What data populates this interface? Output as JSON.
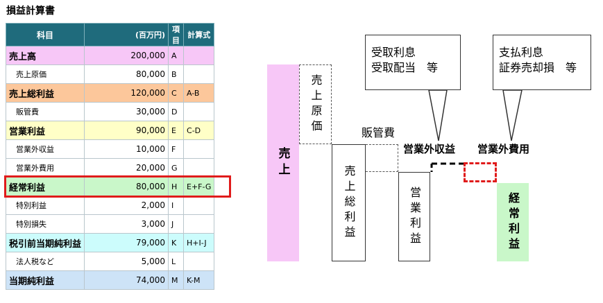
{
  "title": "損益計算書",
  "table": {
    "headers": {
      "subject": "科目",
      "amount": "(百万円)",
      "code": "項目",
      "formula": "計算式"
    },
    "rows": [
      {
        "subject": "売上高",
        "amount": "200,000",
        "code": "A",
        "formula": "",
        "style": "bold",
        "color": "#f7c7f7"
      },
      {
        "subject": "売上原価",
        "amount": "80,000",
        "code": "B",
        "formula": "",
        "style": "sub",
        "color": "#ffffff"
      },
      {
        "subject": "売上総利益",
        "amount": "120,000",
        "code": "C",
        "formula": "A-B",
        "style": "bold",
        "color": "#fcc79b"
      },
      {
        "subject": "販管費",
        "amount": "30,000",
        "code": "D",
        "formula": "",
        "style": "sub",
        "color": "#ffffff"
      },
      {
        "subject": "営業利益",
        "amount": "90,000",
        "code": "E",
        "formula": "C-D",
        "style": "bold",
        "color": "#ffffc7"
      },
      {
        "subject": "営業外収益",
        "amount": "10,000",
        "code": "F",
        "formula": "",
        "style": "sub",
        "color": "#ffffff"
      },
      {
        "subject": "営業外費用",
        "amount": "20,000",
        "code": "G",
        "formula": "",
        "style": "sub",
        "color": "#ffffff"
      },
      {
        "subject": "経常利益",
        "amount": "80,000",
        "code": "H",
        "formula": "E+F-G",
        "style": "bold",
        "color": "#c9f7c9"
      },
      {
        "subject": "特別利益",
        "amount": "2,000",
        "code": "I",
        "formula": "",
        "style": "sub",
        "color": "#ffffff"
      },
      {
        "subject": "特別損失",
        "amount": "3,000",
        "code": "J",
        "formula": "",
        "style": "sub",
        "color": "#ffffff"
      },
      {
        "subject": "税引前当期純利益",
        "amount": "79,000",
        "code": "K",
        "formula": "H+I-J",
        "style": "bold",
        "color": "#ccfcfc"
      },
      {
        "subject": "法人税など",
        "amount": "5,000",
        "code": "L",
        "formula": "",
        "style": "sub",
        "color": "#ffffff"
      },
      {
        "subject": "当期純利益",
        "amount": "74,000",
        "code": "M",
        "formula": "K-M",
        "style": "bold",
        "color": "#cde3f7"
      }
    ]
  },
  "diagram": {
    "sales": "売上",
    "cogs": "売上原価",
    "sga": "販管費",
    "gross_profit": "売上総利益",
    "operating_profit": "営業利益",
    "non_op_income": "営業外収益",
    "non_op_expense": "営業外費用",
    "ordinary_profit": "経常利益",
    "callout_income": {
      "line1": "受取利息",
      "line2": "受取配当　等"
    },
    "callout_expense": {
      "line1": "支払利息",
      "line2": "証券売却損　等"
    }
  },
  "colors": {
    "header": "#1f6b7c",
    "highlight": "#e01b1b",
    "sales": "#f7c7f7",
    "ordinary": "#c9f7c9"
  }
}
